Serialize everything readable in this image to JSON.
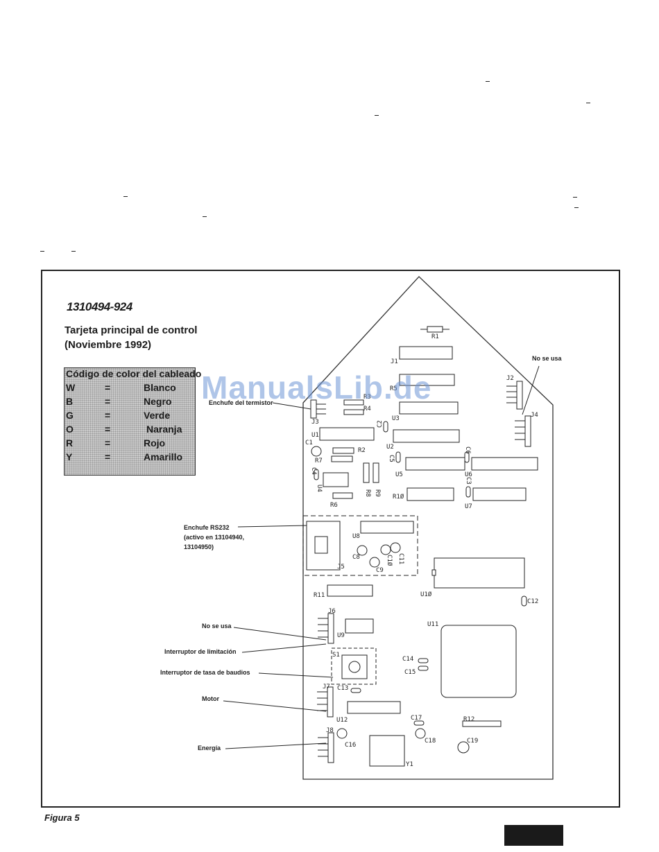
{
  "diagram": {
    "part_number": "1310494-924",
    "subtitle_line1": "Tarjeta principal de control",
    "subtitle_line2": "(Noviembre 1992)",
    "figure_label": "Figura 5"
  },
  "legend": {
    "title": "Código de color del cableado",
    "rows": [
      {
        "code": "W",
        "eq": "=",
        "color": "Blanco"
      },
      {
        "code": "B",
        "eq": "=",
        "color": "Negro"
      },
      {
        "code": "G",
        "eq": "=",
        "color": "Verde"
      },
      {
        "code": "O",
        "eq": "=",
        "color": "Naranja"
      },
      {
        "code": "R",
        "eq": "=",
        "color": "Rojo"
      },
      {
        "code": "Y",
        "eq": "=",
        "color": "Amarillo"
      }
    ]
  },
  "callouts": {
    "no_se_usa_top": "No se usa",
    "enchufe_termistor": "Enchufe del termistor",
    "rs232_line1": "Enchufe RS232",
    "rs232_line2": "(activo en 13104940,",
    "rs232_line3": "13104950)",
    "no_se_usa_j6": "No se usa",
    "interruptor_limitacion": "Interruptor de limitación",
    "interruptor_baudios": "Interruptor de tasa de baudios",
    "motor": "Motor",
    "energia": "Energía"
  },
  "components": {
    "R1": "R1",
    "J1": "J1",
    "R5": "R5",
    "J2": "J2",
    "J4": "J4",
    "R3": "R3",
    "R4": "R4",
    "J3": "J3",
    "U3": "U3",
    "U1": "U1",
    "C1": "C1",
    "C2": "C2",
    "U2": "U2",
    "R2": "R2",
    "R7": "R7",
    "C5": "C5",
    "C6": "C6",
    "U5": "U5",
    "U6": "U6",
    "C4": "C4",
    "U4": "U4",
    "R8": "R8",
    "R9": "R9",
    "C3": "C3",
    "R10": "R1Ø",
    "U7": "U7",
    "R6": "R6",
    "U8": "U8",
    "C8": "C8",
    "C9": "C9",
    "C10": "C1Ø",
    "C11": "C11",
    "J5": "J5",
    "R11": "R11",
    "U10": "U1Ø",
    "C12": "C12",
    "J6": "J6",
    "U9": "U9",
    "U11": "U11",
    "S1": "S1",
    "C14": "C14",
    "C15": "C15",
    "J7": "J7",
    "C13": "C13",
    "U12": "U12",
    "C17": "C17",
    "R12": "R12",
    "J8": "J8",
    "C16": "C16",
    "C18": "C18",
    "C19": "C19",
    "Y1": "Y1"
  },
  "watermark": "ManualsLib.de"
}
